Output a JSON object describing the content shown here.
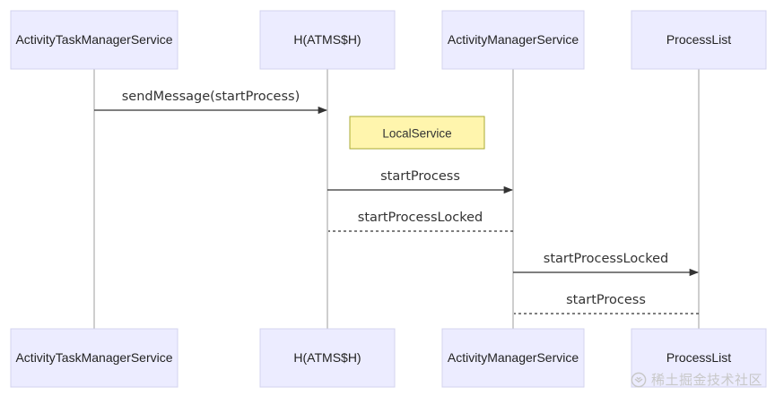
{
  "participants": [
    {
      "id": "atms",
      "label": "ActivityTaskManagerService"
    },
    {
      "id": "h",
      "label": "H(ATMS$H)"
    },
    {
      "id": "ams",
      "label": "ActivityManagerService"
    },
    {
      "id": "pl",
      "label": "ProcessList"
    }
  ],
  "note": {
    "text": "LocalService",
    "over": "h",
    "color": "#fff5ad"
  },
  "messages": [
    {
      "from": "atms",
      "to": "h",
      "label": "sendMessage(startProcess)",
      "style": "solid"
    },
    {
      "from": "h",
      "to": "ams",
      "label": "startProcess",
      "style": "solid"
    },
    {
      "from": "ams",
      "to": "h",
      "label": "startProcessLocked",
      "style": "dotted"
    },
    {
      "from": "ams",
      "to": "pl",
      "label": "startProcessLocked",
      "style": "solid"
    },
    {
      "from": "pl",
      "to": "ams",
      "label": "startProcess",
      "style": "dotted"
    }
  ],
  "colors": {
    "actor_fill": "#ececff",
    "actor_border": "#d3d3ef",
    "note_fill": "#fff5ad",
    "note_border": "#aaaa33",
    "line": "#333333"
  },
  "watermark": {
    "icon": "juejin-logo-icon",
    "text": "稀土掘金技术社区"
  }
}
